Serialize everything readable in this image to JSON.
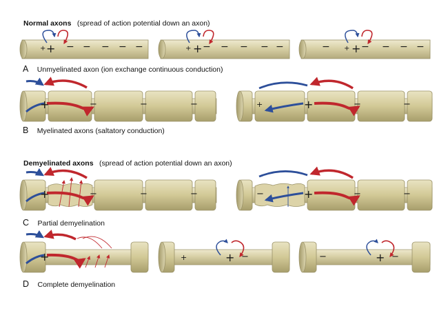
{
  "sections": {
    "normal": {
      "title": "Normal axons",
      "subtitle": "(spread of action potential down an axon)"
    },
    "demyelinated": {
      "title": "Demyelinated axons",
      "subtitle": "(spread of action potential down an axon)"
    }
  },
  "panels": {
    "A": {
      "letter": "A",
      "caption": "Unmyelinated axon (ion exchange continuous conduction)"
    },
    "B": {
      "letter": "B",
      "caption": "Myelinated axons (saltatory conduction)"
    },
    "C": {
      "letter": "C",
      "caption": "Partial demyelination"
    },
    "D": {
      "letter": "D",
      "caption": "Complete demyelination"
    }
  },
  "symbols": {
    "plus": "+",
    "minus": "−"
  },
  "colors": {
    "axon": "#d8d0a6",
    "axon_edge": "#9a9268",
    "blue_arrow": "#2d4f9a",
    "red_arrow": "#c0272d",
    "text": "#111111"
  }
}
